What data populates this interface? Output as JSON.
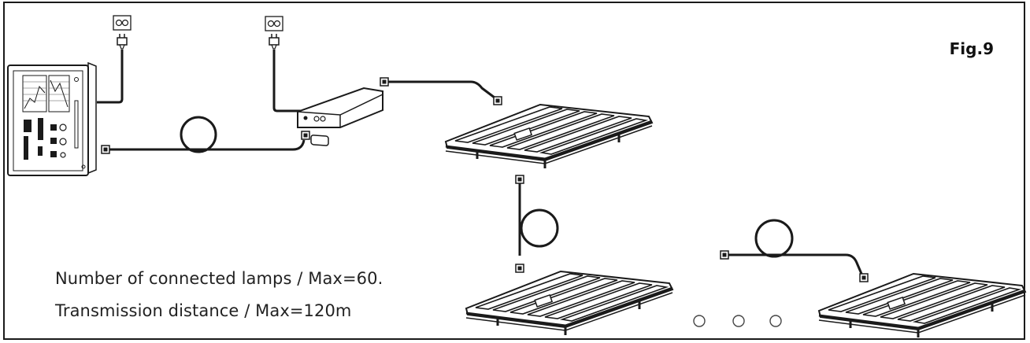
{
  "figure": {
    "label": "Fig.9",
    "notes": {
      "max_lamps": "Number of connected lamps / Max=60.",
      "max_distance": "Transmission distance / Max=120m"
    }
  },
  "colors": {
    "line": "#1a1a1a",
    "background": "#ffffff"
  },
  "icons": [
    "outlet-icon",
    "plug-icon",
    "controller-device",
    "power-adapter",
    "rj-connector-icon",
    "cable-coil-icon",
    "grow-light-fixture",
    "ellipsis-dots"
  ]
}
